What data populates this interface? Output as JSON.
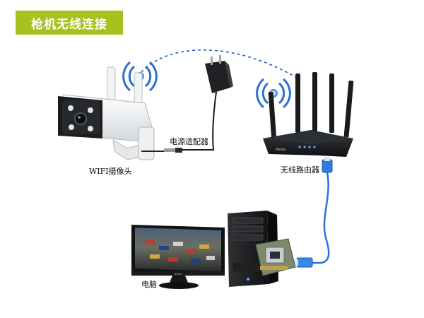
{
  "title": "枪机无线连接",
  "labels": {
    "camera": "WIFI摄像头",
    "adapter": "电源适配器",
    "router": "无线路由器",
    "computer": "电脑"
  },
  "router_brand": "Tenda",
  "monitor_brand": "Tenda",
  "colors": {
    "banner": "#a6c21e",
    "wifi_waves": "#2d6fd0",
    "dashed_link": "#1e5fc8",
    "ethernet_cable": "#2f6fe0",
    "router_led": "#5aa8ff"
  },
  "icons": [
    "wifi-signal-icon",
    "power-adapter-icon",
    "router-icon",
    "camera-icon",
    "monitor-icon",
    "pc-tower-icon",
    "network-card-icon",
    "rj45-plug-icon"
  ]
}
